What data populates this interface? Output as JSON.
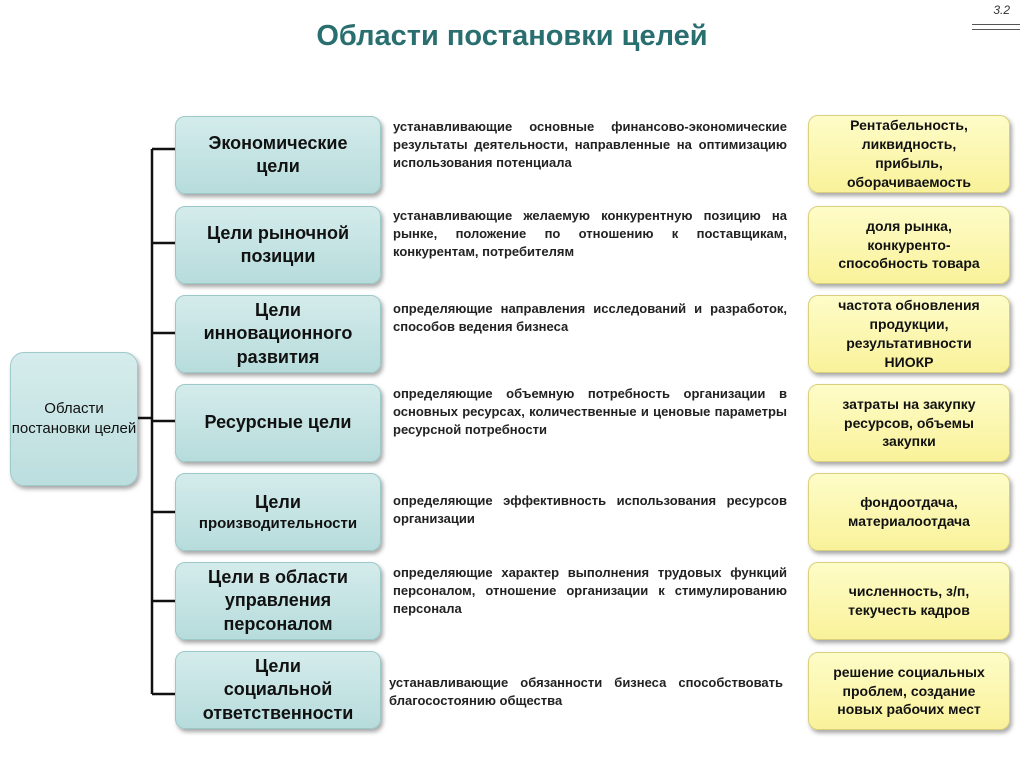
{
  "title": "Области постановки целей",
  "slide_number": "3.2",
  "root": "Области постановки целей",
  "rows": [
    {
      "goal_line1": "Экономические",
      "goal_line2": "цели",
      "description": "устанавливающие основные финансово-экономические результаты деятельности, направленные на оптимизацию использования потенциала",
      "metrics": "Рентабельность,\nликвидность,\nприбыль,\nоборачиваемость"
    },
    {
      "goal_line1": "Цели рыночной",
      "goal_line2": "позиции",
      "description": "устанавливающие желаемую конкурентную позицию на рынке, положение по отношению к поставщикам, конкурентам, потребителям",
      "metrics": "доля рынка,\nконкуренто-\nспособность товара"
    },
    {
      "goal_line1": "Цели",
      "goal_line2": "инновационного",
      "goal_line3": "развития",
      "description": "определяющие направления исследований и разработок, способов ведения бизнеса",
      "metrics": "частота обновления\nпродукции,\nрезультативности\nНИОКР"
    },
    {
      "goal_line1": "Ресурсные цели",
      "description": "определяющие объемную потребность организации в основных ресурсах, количественные и ценовые параметры ресурсной потребности",
      "metrics": "затраты на закупку\nресурсов, объемы\nзакупки"
    },
    {
      "goal_line1": "Цели",
      "goal_line2": "производительности",
      "description": "определяющие эффективность использования ресурсов организации",
      "metrics": "фондоотдача,\nматериалоотдача"
    },
    {
      "goal_line1": "Цели в области",
      "goal_line2": "управления",
      "goal_line3": "персоналом",
      "description": "определяющие характер выполнения трудовых функций персоналом, отношение организации к стимулированию персонала",
      "metrics": "численность, з/п,\nтекучесть кадров"
    },
    {
      "goal_line1": "Цели",
      "goal_line2": "социальной",
      "goal_line3": "ответственности",
      "description": "устанавливающие обязанности бизнеса способствовать благосостоянию общества",
      "metrics": "решение социальных\nпроблем, создание\nновых рабочих мест"
    }
  ]
}
